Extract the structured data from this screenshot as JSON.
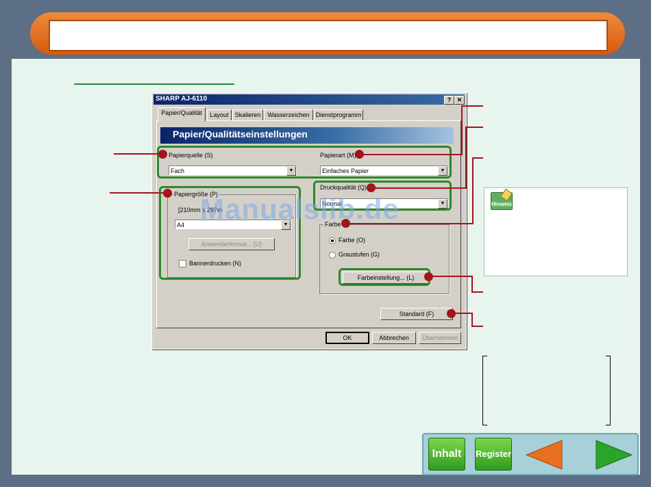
{
  "dialog": {
    "title": "SHARP AJ-6110",
    "help_btn": "?",
    "close_btn": "✕",
    "tabs": [
      "Papier/Qualität",
      "Layout",
      "Skalieren",
      "Wasserzeichen",
      "Dienstprogramm"
    ],
    "banner": "Papier/Qualitätseinstellungen",
    "paper_source": {
      "label": "Papierquelle (S)",
      "value": "Fach"
    },
    "paper_type": {
      "label": "Papierart (M)",
      "value": "Einfaches Papier"
    },
    "paper_size": {
      "label": "Papiergröße (P)",
      "dims": "[210mm x 297m",
      "value": "A4",
      "custom_button": "Anwenderformat... (U)",
      "banner_print": "Bannerdrucken (N)"
    },
    "print_quality": {
      "label": "Druckqualität (Q)",
      "value": "Normal"
    },
    "color": {
      "label": "Farbe",
      "options": [
        "Farbe (O)",
        "Graustufen (G)"
      ],
      "selected": "Farbe (O)",
      "settings_button": "Farbeinstellung... (L)"
    },
    "standard_button": "Standard (F)",
    "ok": "OK",
    "cancel": "Abbrechen",
    "apply": "Übernehmen"
  },
  "watermark": "Manualslib.de",
  "note": {
    "icon_label": "Hinweis"
  },
  "nav": {
    "contents": "Inhalt",
    "index": "Register",
    "prev_icon": "arrow-left-icon",
    "next_icon": "arrow-right-icon"
  },
  "colors": {
    "accent_orange": "#e06a1f",
    "highlight_green": "#2a8a2a",
    "marker_red": "#a3141b",
    "background": "#e8f4ee"
  }
}
